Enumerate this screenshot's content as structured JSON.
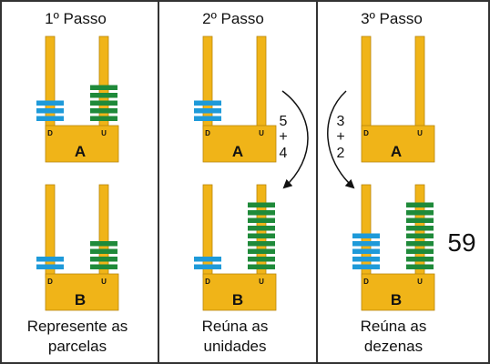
{
  "panels": [
    {
      "title": "1º Passo",
      "caption_lines": [
        "Represente as",
        "parcelas"
      ],
      "abacus_top": {
        "letter": "A",
        "tens": 3,
        "units": 5
      },
      "abacus_bottom": {
        "letter": "B",
        "tens": 2,
        "units": 4
      }
    },
    {
      "title": "2º Passo",
      "caption_lines": [
        "Reúna as",
        "unidades"
      ],
      "abacus_top": {
        "letter": "A",
        "tens": 3,
        "units": 0
      },
      "abacus_bottom": {
        "letter": "B",
        "tens": 2,
        "units": 9
      },
      "operation": [
        "5",
        "+",
        "4"
      ]
    },
    {
      "title": "3º Passo",
      "caption_lines": [
        "Reúna as",
        "dezenas"
      ],
      "abacus_top": {
        "letter": "A",
        "tens": 0,
        "units": 0
      },
      "abacus_bottom": {
        "letter": "B",
        "tens": 5,
        "units": 9
      },
      "operation": [
        "3",
        "+",
        "2"
      ]
    }
  ],
  "abacus_labels": {
    "tens": "D",
    "units": "U"
  },
  "result": "59",
  "colors": {
    "abacus": "#f0b418",
    "abacus_outline": "#b9860c",
    "tens_bead": "#1e9ad9",
    "units_bead": "#1f8a3a",
    "frame": "#333333",
    "arrow": "#111111"
  }
}
